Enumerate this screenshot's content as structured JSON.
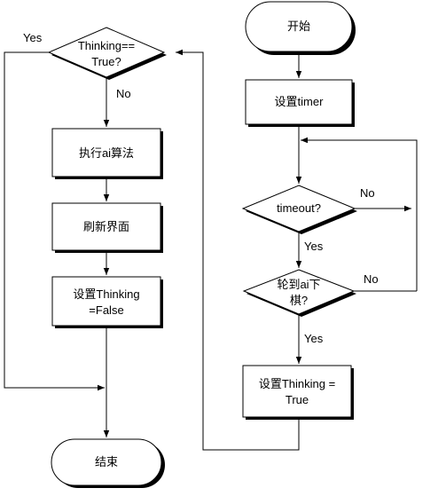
{
  "nodes": {
    "start": "开始",
    "set_timer": "设置timer",
    "timeout_q": "timeout?",
    "turn_q_line1": "轮到ai下",
    "turn_q_line2": "棋?",
    "set_thinking_true_line1": "设置Thinking =",
    "set_thinking_true_line2": "True",
    "thinking_q_line1": "Thinking==",
    "thinking_q_line2": "True?",
    "run_ai": "执行ai算法",
    "refresh_ui": "刷新界面",
    "set_thinking_false_line1": "设置Thinking",
    "set_thinking_false_line2": "=False",
    "end": "结束"
  },
  "edge_labels": {
    "timeout_no": "No",
    "timeout_yes": "Yes",
    "turn_no": "No",
    "turn_yes": "Yes",
    "thinking_yes": "Yes",
    "thinking_no": "No"
  }
}
